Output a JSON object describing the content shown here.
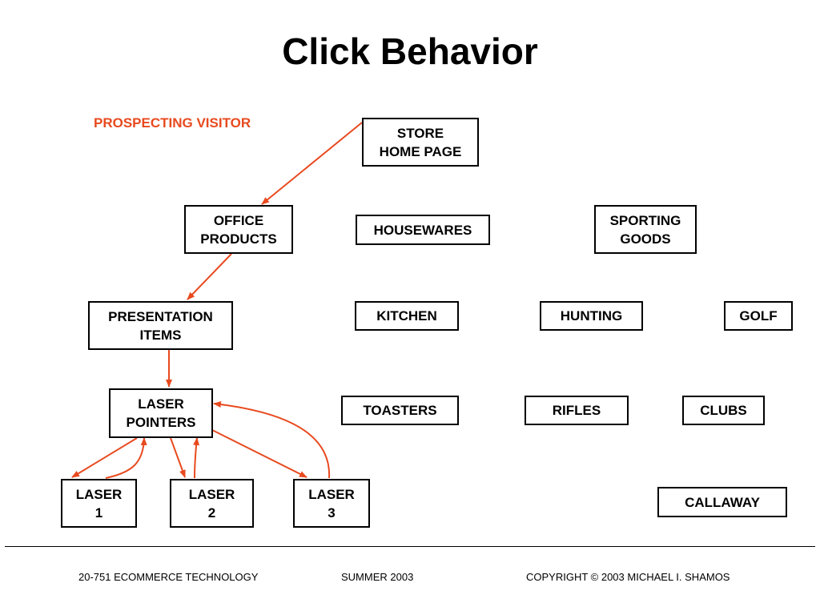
{
  "slide": {
    "title": "Click Behavior",
    "subtitle": "PROSPECTING VISITOR"
  },
  "colors": {
    "arrow": "#e84a1f",
    "subtitle": "#e84a1f",
    "box_border": "#000000"
  },
  "nodes": {
    "store_home_page": {
      "line1": "STORE",
      "line2": "HOME PAGE"
    },
    "office_products": {
      "line1": "OFFICE",
      "line2": "PRODUCTS"
    },
    "housewares": {
      "line1": "HOUSEWARES"
    },
    "sporting_goods": {
      "line1": "SPORTING",
      "line2": "GOODS"
    },
    "presentation_items": {
      "line1": "PRESENTATION",
      "line2": "ITEMS"
    },
    "kitchen": {
      "line1": "KITCHEN"
    },
    "hunting": {
      "line1": "HUNTING"
    },
    "golf": {
      "line1": "GOLF"
    },
    "laser_pointers": {
      "line1": "LASER",
      "line2": "POINTERS"
    },
    "toasters": {
      "line1": "TOASTERS"
    },
    "rifles": {
      "line1": "RIFLES"
    },
    "clubs": {
      "line1": "CLUBS"
    },
    "laser_1": {
      "line1": "LASER",
      "line2": "1"
    },
    "laser_2": {
      "line1": "LASER",
      "line2": "2"
    },
    "laser_3": {
      "line1": "LASER",
      "line2": "3"
    },
    "callaway": {
      "line1": "CALLAWAY"
    }
  },
  "edges": [
    {
      "from": "store_home_page",
      "to": "office_products"
    },
    {
      "from": "office_products",
      "to": "presentation_items"
    },
    {
      "from": "presentation_items",
      "to": "laser_pointers"
    },
    {
      "from": "laser_pointers",
      "to": "laser_1"
    },
    {
      "from": "laser_1",
      "to": "laser_pointers"
    },
    {
      "from": "laser_pointers",
      "to": "laser_2"
    },
    {
      "from": "laser_2",
      "to": "laser_pointers"
    },
    {
      "from": "laser_pointers",
      "to": "laser_3"
    },
    {
      "from": "laser_3",
      "to": "laser_pointers"
    }
  ],
  "footer": {
    "course": "20-751 ECOMMERCE TECHNOLOGY",
    "term": "SUMMER 2003",
    "copyright": "COPYRIGHT © 2003 MICHAEL I. SHAMOS"
  }
}
